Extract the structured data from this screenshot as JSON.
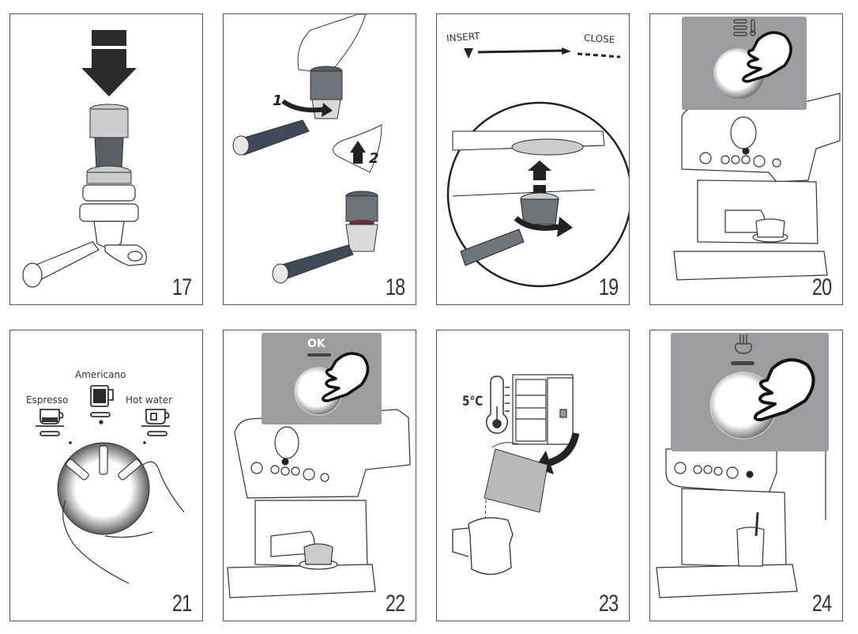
{
  "document": {
    "type": "instruction-illustrations",
    "steps": [
      {
        "number": "17",
        "caption_text": []
      },
      {
        "number": "18",
        "caption_text": [
          "1",
          "2"
        ]
      },
      {
        "number": "19",
        "caption_text": [
          "INSERT",
          "CLOSE"
        ]
      },
      {
        "number": "20",
        "caption_text": []
      },
      {
        "number": "21",
        "caption_text": [
          "Espresso",
          "Americano",
          "Hot water"
        ]
      },
      {
        "number": "22",
        "caption_text": [
          "OK"
        ]
      },
      {
        "number": "23",
        "caption_text": [
          "5°C"
        ]
      },
      {
        "number": "24",
        "caption_text": []
      }
    ],
    "icons": {
      "step17": [
        "tamp-down-arrow-icon",
        "tamper-icon",
        "portafilter-icon"
      ],
      "step18": [
        "hand-icon",
        "rotate-arrow-icon",
        "up-arrow-icon",
        "portafilter-icon"
      ],
      "step19": [
        "insert-triangle-icon",
        "arrow-right-icon",
        "up-arrow-icon",
        "rotate-arrow-icon"
      ],
      "step20": [
        "temperature-icon",
        "press-button-hand-icon",
        "espresso-machine-icon"
      ],
      "step21": [
        "espresso-cup-icon",
        "americano-mug-icon",
        "hot-water-cup-icon",
        "selector-knob-icon"
      ],
      "step22": [
        "ok-button-icon",
        "press-button-hand-icon",
        "espresso-machine-icon"
      ],
      "step23": [
        "thermometer-icon",
        "fridge-icon",
        "milk-carton-icon",
        "milk-jug-icon"
      ],
      "step24": [
        "steam-icon",
        "press-button-hand-icon",
        "espresso-machine-icon"
      ]
    },
    "colors": {
      "callout_bg": "#9d9d9f",
      "dark_fill": "#2a2a2e",
      "metal": "#6e7479",
      "light_metal": "#c9cdcd",
      "outline": "#333333"
    }
  }
}
